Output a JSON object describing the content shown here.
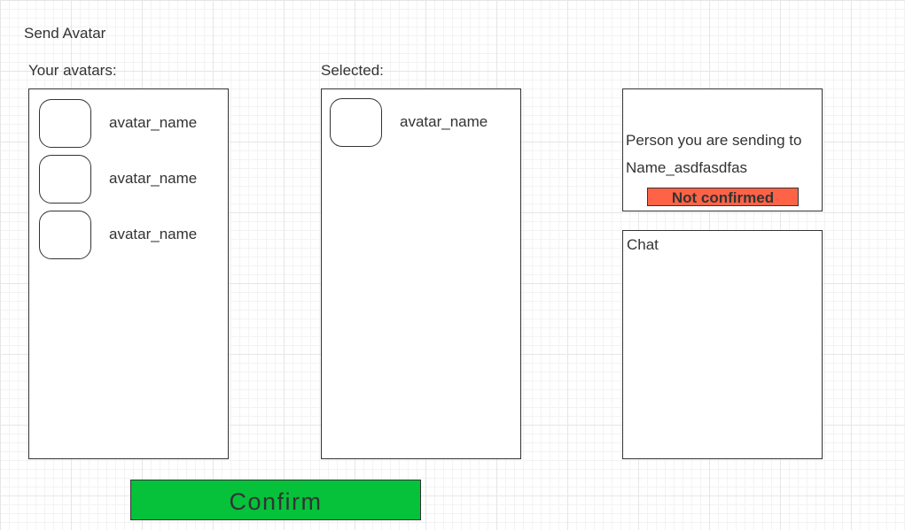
{
  "page": {
    "title": "Send Avatar"
  },
  "your_avatars": {
    "label": "Your avatars:",
    "items": [
      {
        "name": "avatar_name"
      },
      {
        "name": "avatar_name"
      },
      {
        "name": "avatar_name"
      }
    ]
  },
  "selected": {
    "label": "Selected:",
    "items": [
      {
        "name": "avatar_name"
      }
    ]
  },
  "recipient": {
    "label": "Person you are sending to",
    "name": "Name_asdfasdfas",
    "status": "Not confirmed",
    "status_color": "#ff6347"
  },
  "chat": {
    "title": "Chat"
  },
  "actions": {
    "confirm_label": "Confirm",
    "confirm_color": "#05c23a"
  }
}
